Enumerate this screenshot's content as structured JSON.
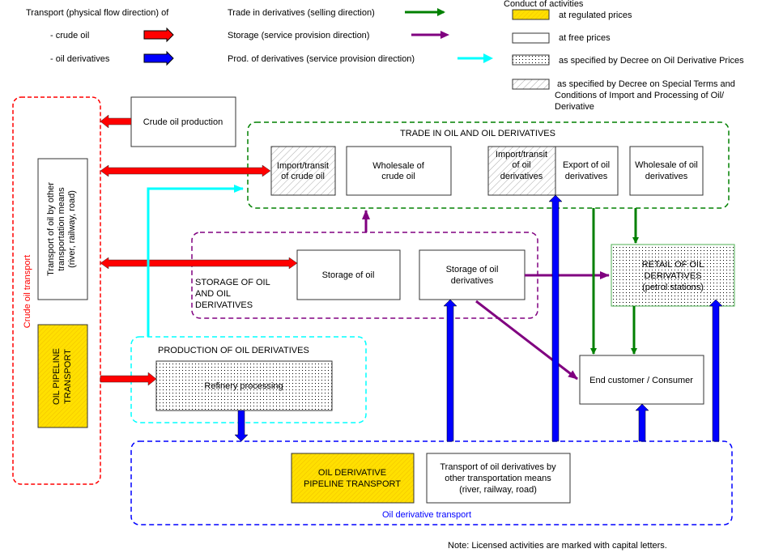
{
  "colors": {
    "crude_oil": "#ff0000",
    "oil_derivatives": "#0000ff",
    "trade": "#008000",
    "storage": "#800080",
    "production": "#00ffff",
    "regulated": "#ffe000"
  },
  "legend": {
    "transport_title": "Transport  (physical flow direction) of",
    "crude_oil": "- crude oil",
    "oil_derivatives": "- oil derivatives",
    "trade": "Trade in derivatives (selling direction)",
    "storage": "Storage (service provision direction)",
    "production": "Prod. of derivatives (service provision direction)",
    "conduct_title": "Conduct of activities",
    "regulated": "at regulated prices",
    "free": "at free prices",
    "decree_prices": "as specified by Decree on Oil Derivative Prices",
    "decree_special": [
      "as specified by Decree on Special Terms and",
      "Conditions of Import and Processing of Oil/",
      "Derivative"
    ]
  },
  "crude_transport": {
    "label": "Crude oil transport",
    "other_means": [
      "Transport of oil by other",
      "transportation means",
      "(river, railway, road)"
    ],
    "pipeline": [
      "OIL PIPELINE",
      "TRANSPORT"
    ]
  },
  "crude_production": "Crude oil production",
  "trade": {
    "title": "TRADE IN OIL AND OIL DERIVATIVES",
    "import_crude": [
      "Import/transit",
      "of crude oil"
    ],
    "wholesale_crude": [
      "Wholesale of",
      "crude oil"
    ],
    "import_deriv": [
      "Import/transit",
      "of oil",
      "derivatives"
    ],
    "export_deriv": [
      "Export of oil",
      "derivatives"
    ],
    "wholesale_deriv": [
      "Wholesale of oil",
      "derivatives"
    ]
  },
  "storage": {
    "title": [
      "STORAGE OF OIL",
      "AND OIL",
      "DERIVATIVES"
    ],
    "oil": "Storage of oil",
    "derivatives": [
      "Storage of oil",
      "derivatives"
    ]
  },
  "retail": [
    "RETAIL OF OIL",
    "DERIVATIVES",
    "(petrol stations)"
  ],
  "production": {
    "title": "PRODUCTION OF OIL DERIVATIVES",
    "refinery": "Refinery processing"
  },
  "end_customer": "End customer / Consumer",
  "deriv_transport": {
    "label": "Oil derivative transport",
    "pipeline": [
      "OIL DERIVATIVE",
      "PIPELINE TRANSPORT"
    ],
    "other_means": [
      "Transport of oil derivatives by",
      "other transportation means",
      "(river, railway, road)"
    ]
  },
  "note": "Note: Licensed activities are marked with capital letters."
}
